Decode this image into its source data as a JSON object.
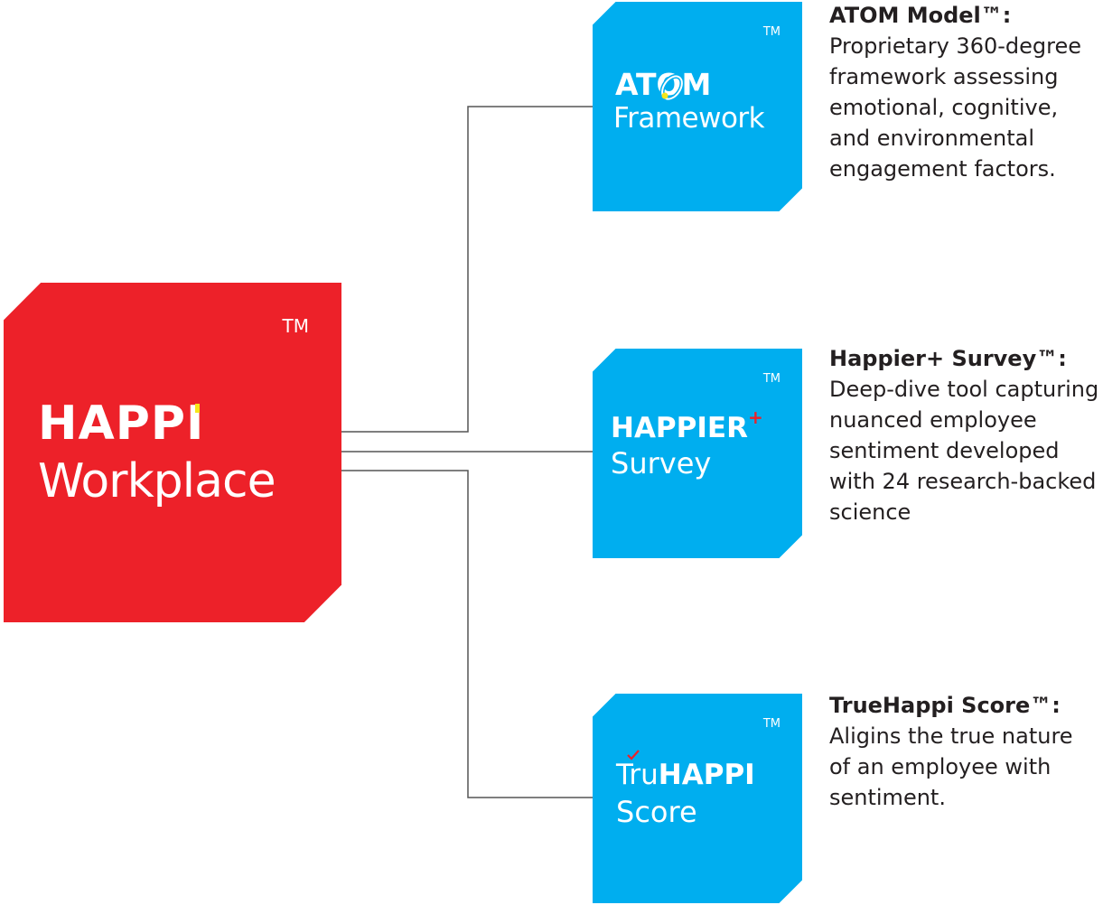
{
  "main_tile": {
    "brand_bold": "HAPPI",
    "brand_light": "Workplace",
    "tm": "TM",
    "color": "#ed2129"
  },
  "tiles": [
    {
      "brand_bold": "ATOM",
      "brand_light": "Framework",
      "tm": "TM",
      "icon": "orbit-icon",
      "color": "#00aeef"
    },
    {
      "brand_bold": "HAPPIER",
      "brand_plus": "+",
      "brand_light": "Survey",
      "tm": "TM",
      "color": "#00aeef"
    },
    {
      "brand_prefix": "Tru",
      "brand_bold": "HAPPI",
      "brand_light": "Score",
      "tm": "TM",
      "icon": "check-icon",
      "color": "#00aeef"
    }
  ],
  "descriptions": [
    {
      "title": "ATOM Model™:",
      "body": "Proprietary 360-degree framework assessing emotional, cognitive, and environmental engagement factors."
    },
    {
      "title": "Happier+ Survey™:",
      "body": "Deep-dive tool capturing nuanced employee sentiment developed with 24 research-backed science"
    },
    {
      "title": "TrueHappi Score™:",
      "body": "Aligins the true nature of an employee with sentiment."
    }
  ],
  "colors": {
    "accent_yellow": "#f6e61a",
    "connector": "#555555",
    "text": "#231f20"
  }
}
